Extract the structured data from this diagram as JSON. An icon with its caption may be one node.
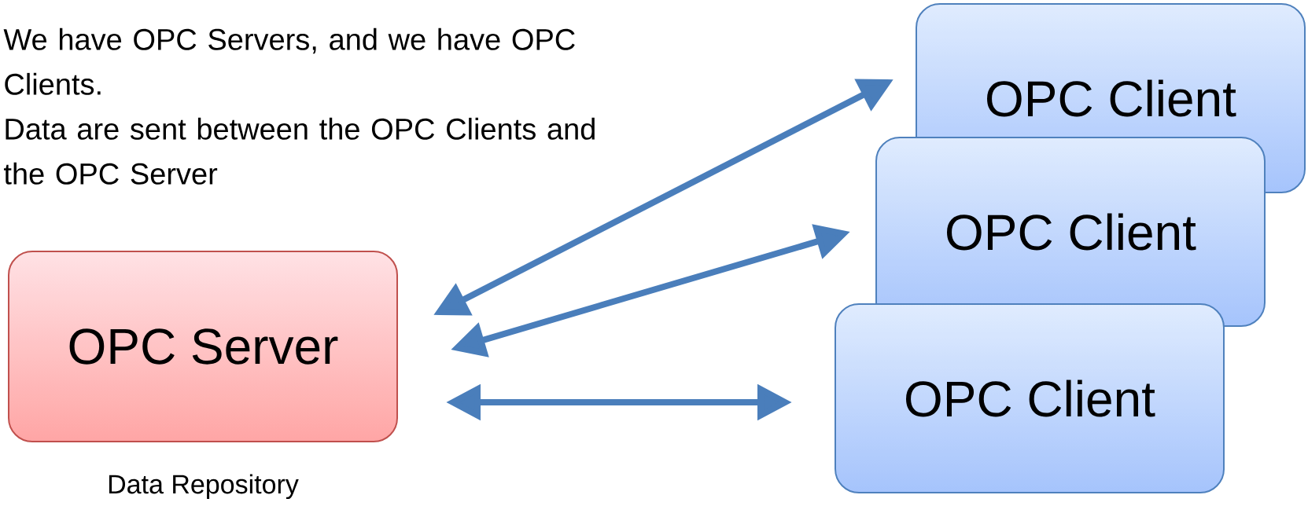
{
  "diagram": {
    "nodes": [
      {
        "text": [
          "OPC Server"
        ],
        "beside": [
          "Data Repository"
        ]
      },
      {
        "text": [
          "OPC Client"
        ]
      },
      {
        "text": [
          "OPC Client"
        ]
      },
      {
        "text": [
          "OPC Client"
        ]
      }
    ],
    "edges": [
      {
        "from": 0,
        "to": 1,
        "arrow": "both"
      },
      {
        "from": 0,
        "to": 2,
        "arrow": "both"
      },
      {
        "from": 0,
        "to": 3,
        "arrow": "both"
      }
    ],
    "labels": [
      "We have OPC Servers, and we have OPC Clients.",
      "Data are sent between the OPC Clients and the OPC Server"
    ]
  }
}
